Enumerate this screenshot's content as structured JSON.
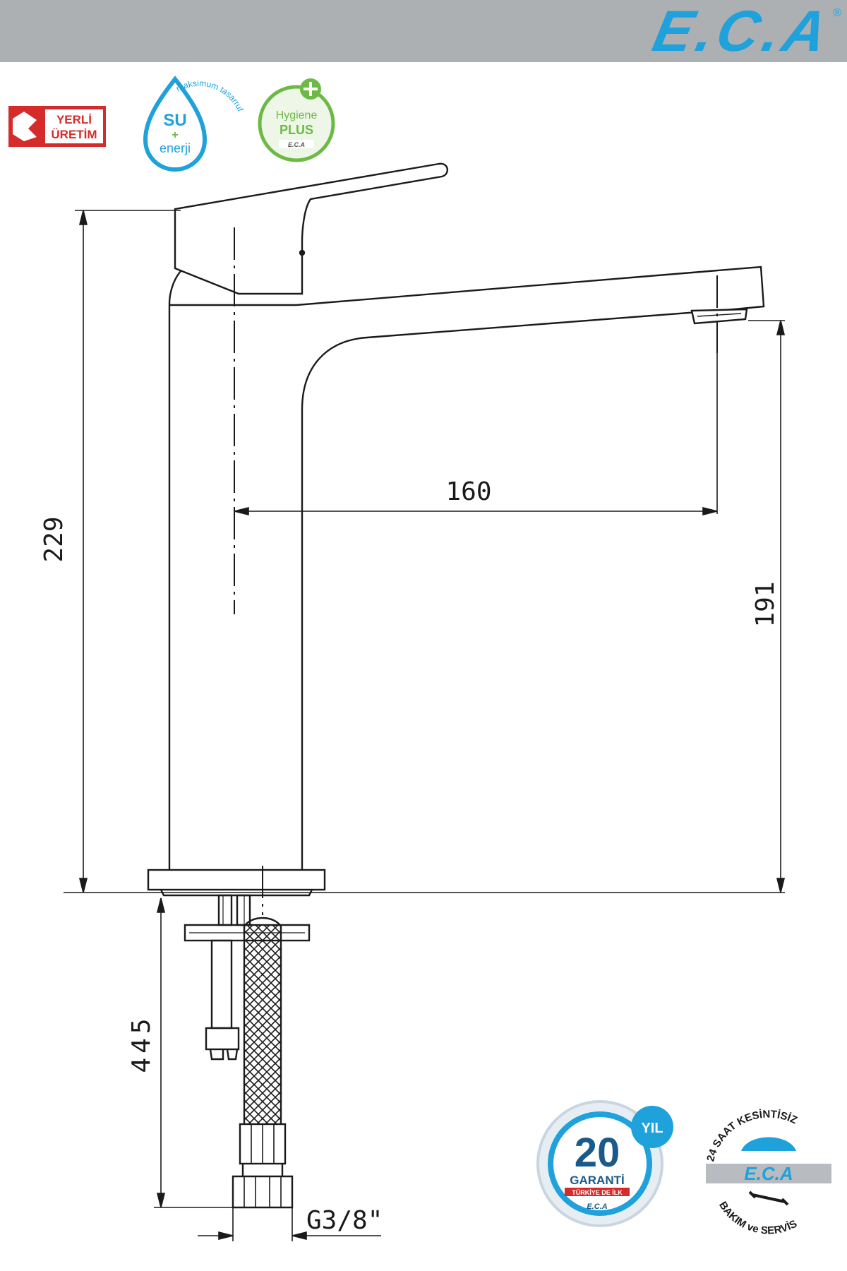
{
  "header": {
    "brand": "E.C.A",
    "registered_mark": "®"
  },
  "badges": {
    "yerli_uretim": {
      "line1": "YERLİ",
      "line2": "ÜRETİM"
    },
    "su_enerji": {
      "su": "SU",
      "plus": "+",
      "enerji": "enerji",
      "arc": "maksimum tasarruf"
    },
    "hygiene_plus": {
      "hygiene": "Hygiene",
      "plus": "PLUS",
      "brand": "E.C.A"
    },
    "garanti": {
      "number": "20",
      "yil": "YIL",
      "garanti": "GARANTİ",
      "subtitle": "TÜRKİYE DE İLK",
      "brand": "E.C.A"
    },
    "servis": {
      "top_arc": "24 SAAT KESİNTİSİZ",
      "brand": "E.C.A",
      "bottom_arc": "BAKIM ve SERVİS"
    }
  },
  "dimensions": {
    "total_height": "229",
    "spout_reach": "160",
    "spout_height": "191",
    "hose_length": "445",
    "connection": "G3/8\""
  },
  "colors": {
    "header": "#adb0b3",
    "brand_blue": "#1fa1db",
    "red": "#d52b2b",
    "green": "#6cba45",
    "line": "#1a1a1a"
  }
}
